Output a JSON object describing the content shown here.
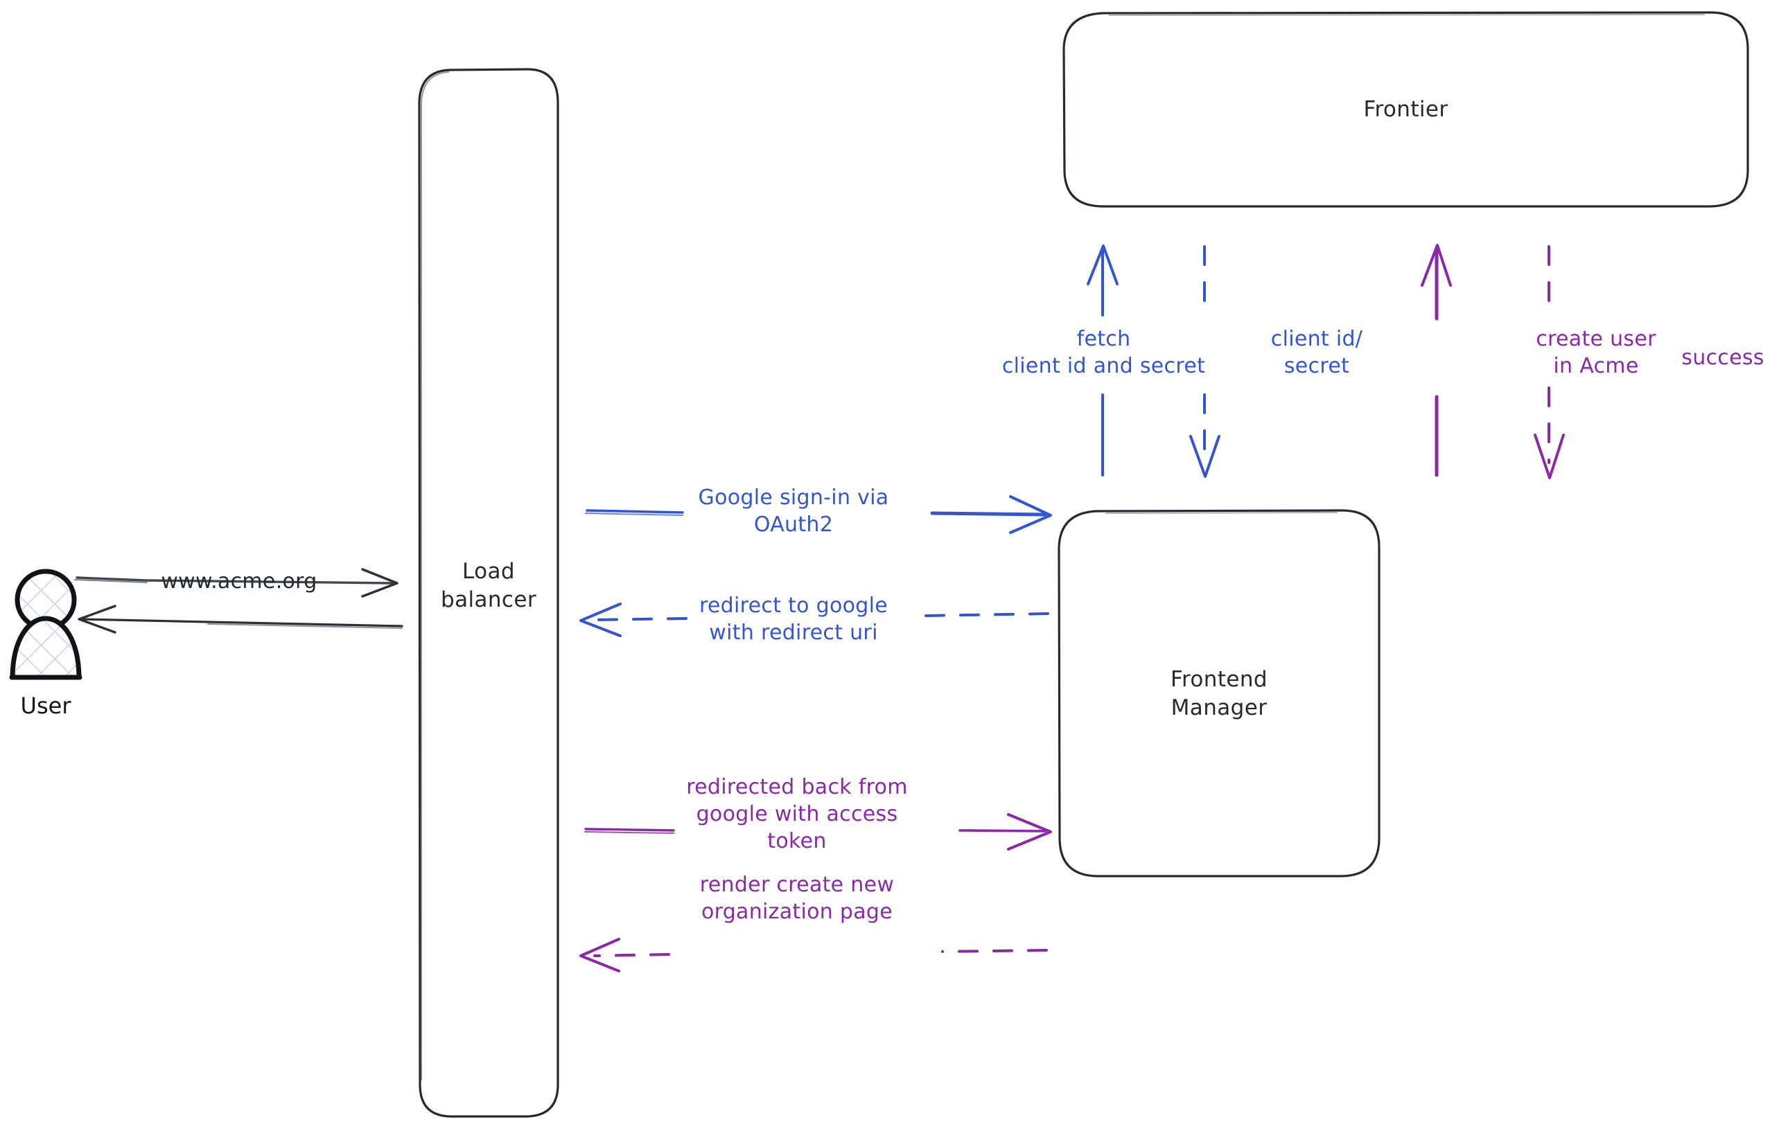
{
  "diagram": {
    "title": "Google OAuth2 sign-in sequence",
    "background": "#ffffff",
    "colors": {
      "stroke_dark": "#252a31",
      "blue": "#3355d1",
      "purple": "#8b28a8",
      "actor_fill_hatch": "#c8d4e6"
    }
  },
  "actors": [
    {
      "id": "user",
      "name": "User",
      "label": "User",
      "icon": "person-icon"
    }
  ],
  "nodes": [
    {
      "id": "load-balancer",
      "label": "Load\nbalancer",
      "shape": "rounded-rect"
    },
    {
      "id": "frontier",
      "label": "Frontier",
      "shape": "rounded-rect"
    },
    {
      "id": "frontend-manager",
      "label": "Frontend\nManager",
      "shape": "rounded-rect"
    }
  ],
  "edges": [
    {
      "id": "user-to-lb",
      "label": "www.acme.org",
      "from": "user",
      "to": "load-balancer",
      "direction": "right",
      "style": "solid",
      "color": "#252a31"
    },
    {
      "id": "lb-to-user",
      "label": "",
      "from": "load-balancer",
      "to": "user",
      "direction": "left",
      "style": "solid",
      "color": "#252a31"
    },
    {
      "id": "lb-to-fm-signin",
      "label": "Google sign-in via\nOAuth2",
      "from": "load-balancer",
      "to": "frontend-manager",
      "direction": "right",
      "style": "solid",
      "color": "#3355d1"
    },
    {
      "id": "fm-to-lb-redirect",
      "label": "redirect to google\nwith redirect uri",
      "from": "frontend-manager",
      "to": "load-balancer",
      "direction": "left",
      "style": "dashed",
      "color": "#3355d1"
    },
    {
      "id": "lb-to-fm-token",
      "label": "redirected back from\ngoogle with access\ntoken",
      "from": "load-balancer",
      "to": "frontend-manager",
      "direction": "right",
      "style": "solid",
      "color": "#8b28a8"
    },
    {
      "id": "fm-to-lb-render",
      "label": "render create new\norganization page",
      "from": "frontend-manager",
      "to": "load-balancer",
      "direction": "left",
      "style": "dashed",
      "color": "#8b28a8"
    },
    {
      "id": "fm-to-frontier-fetch",
      "label": "fetch\nclient id and secret",
      "from": "frontend-manager",
      "to": "frontier",
      "direction": "up",
      "style": "solid",
      "color": "#3355d1"
    },
    {
      "id": "frontier-to-fm-creds",
      "label": "client id/\nsecret",
      "from": "frontier",
      "to": "frontend-manager",
      "direction": "down",
      "style": "dashed",
      "color": "#3355d1"
    },
    {
      "id": "fm-to-frontier-create",
      "label": "create user\nin Acme",
      "from": "frontend-manager",
      "to": "frontier",
      "direction": "up",
      "style": "solid",
      "color": "#8b28a8"
    },
    {
      "id": "frontier-to-fm-success",
      "label": "success",
      "from": "frontier",
      "to": "frontend-manager",
      "direction": "down",
      "style": "dashed",
      "color": "#8b28a8"
    }
  ]
}
